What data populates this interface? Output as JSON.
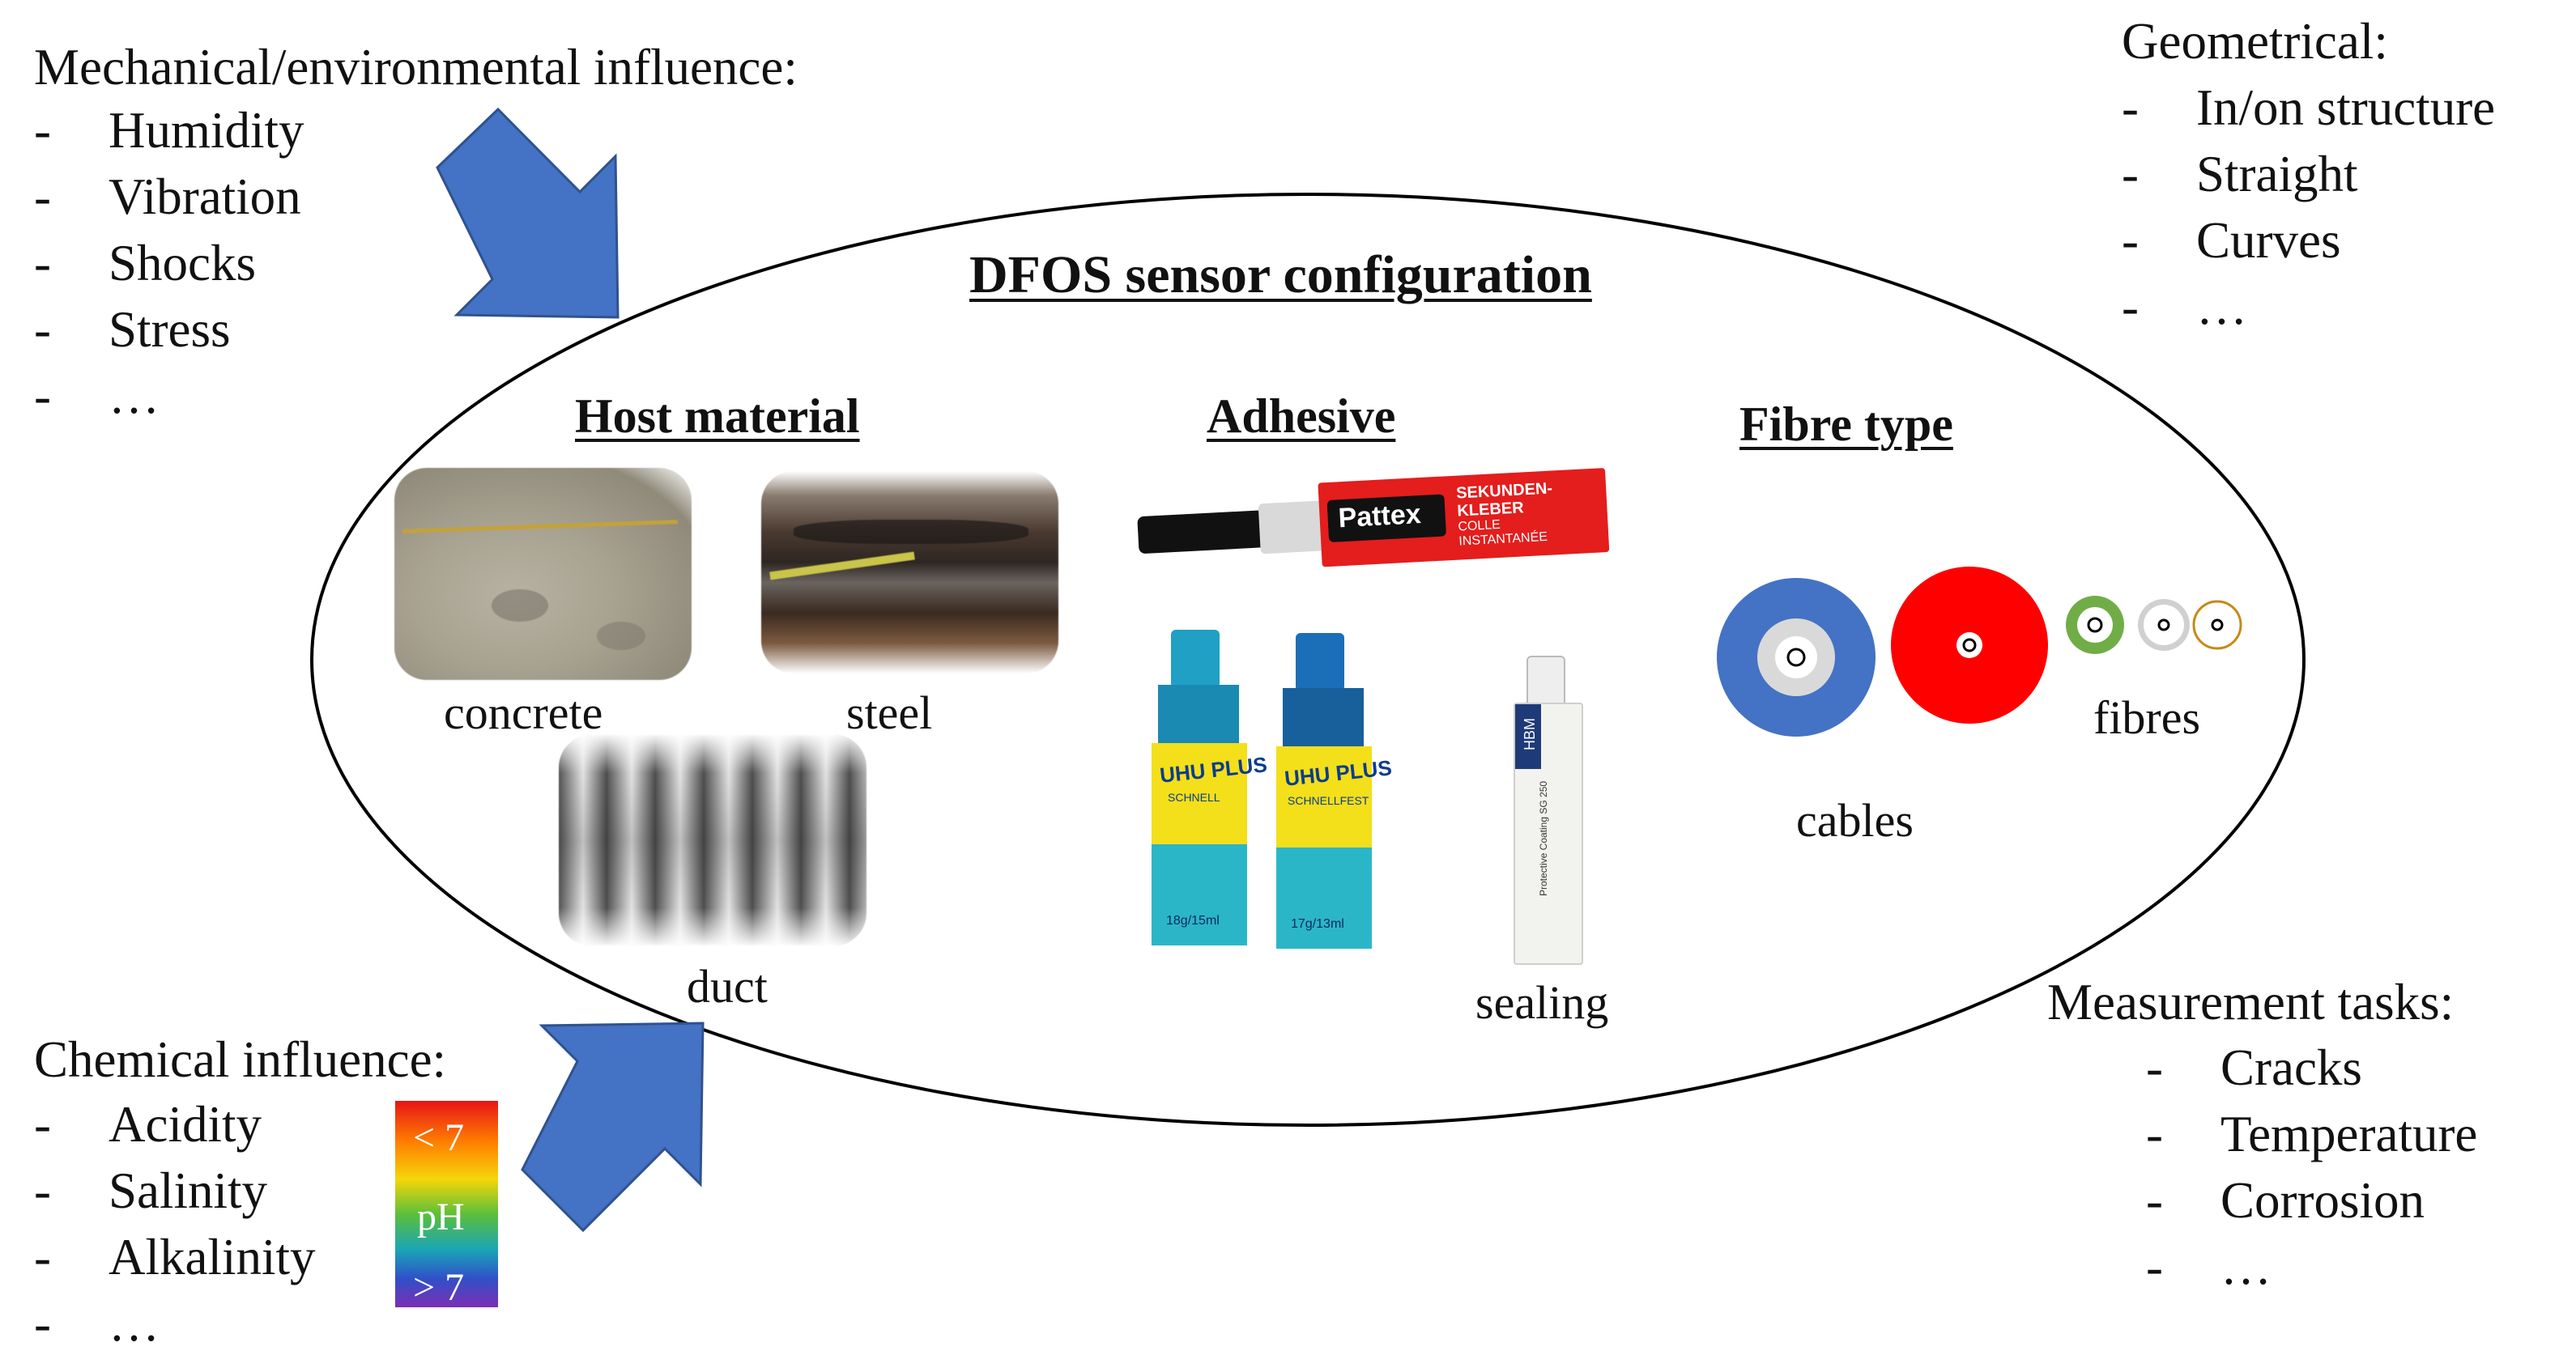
{
  "title": "DFOS sensor configuration",
  "mechanical": {
    "heading": "Mechanical/environmental influence:",
    "items": [
      "Humidity",
      "Vibration",
      "Shocks",
      "Stress",
      "…"
    ]
  },
  "geometrical": {
    "heading": "Geometrical:",
    "items": [
      "In/on structure",
      "Straight",
      "Curves",
      "…"
    ]
  },
  "chemical": {
    "heading": "Chemical influence:",
    "items": [
      "Acidity",
      "Salinity",
      "Alkalinity",
      "…"
    ],
    "ph_scale": {
      "low": "< 7",
      "mid": "pH",
      "high": "> 7"
    }
  },
  "measurement": {
    "heading": "Measurement tasks:",
    "items": [
      "Cracks",
      "Temperature",
      "Corrosion",
      "…"
    ]
  },
  "host_material": {
    "heading": "Host material",
    "labels": {
      "concrete": "concrete",
      "steel": "steel",
      "duct": "duct"
    }
  },
  "adhesive": {
    "heading": "Adhesive",
    "labels": {
      "sealing": "sealing"
    },
    "product_text": {
      "pattex_brand": "Pattex",
      "pattex_line1": "SEKUNDEN-",
      "pattex_line2": "KLEBER",
      "pattex_line3": "COLLE",
      "pattex_line4": "INSTANTANÉE",
      "uhu1": "UHU PLUS",
      "uhu2": "UHU PLUS",
      "uhu_sub1": "SCHNELL",
      "uhu_sub2": "SCHNELLFEST",
      "uhu_weight1": "18g/15ml",
      "uhu_weight2": "17g/13ml",
      "hbm": "HBM",
      "hbm_text": "Protective Coating SG 250"
    }
  },
  "fibre_type": {
    "heading": "Fibre type",
    "labels": {
      "cables": "cables",
      "fibres": "fibres"
    }
  },
  "colors": {
    "arrow": "#4472c4",
    "cable_blue": "#4472c4",
    "cable_red": "#ff0000",
    "fibre_green": "#70ad47",
    "fibre_grey": "#d9d9d9",
    "fibre_orange": "#c58a17"
  }
}
